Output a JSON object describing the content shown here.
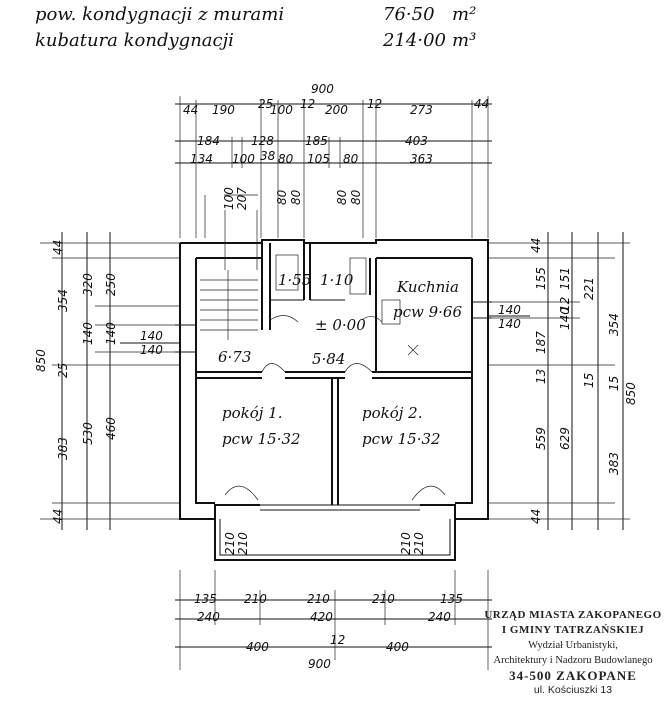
{
  "header": {
    "line1_label": "pow. kondygnacji z murami",
    "line1_value": "76·50",
    "line1_unit": "m²",
    "line2_label": "kubatura kondygnacji",
    "line2_value": "214·00",
    "line2_unit": "m³"
  },
  "top_dims": {
    "overall": "900",
    "row1": [
      "44",
      "190",
      "25",
      "100",
      "12",
      "200",
      "12",
      "273",
      "44"
    ],
    "row2": [
      "184",
      "128",
      "185",
      "403"
    ],
    "row3": [
      "134",
      "100",
      "38",
      "80",
      "105",
      "80",
      "363"
    ],
    "vertical": [
      "100",
      "207",
      "80",
      "80",
      "80",
      "80"
    ]
  },
  "left_dims": {
    "outer": "850",
    "mid": [
      "354",
      "25",
      "383"
    ],
    "inner": [
      "320",
      "140",
      "530"
    ],
    "inner2": [
      "250",
      "140",
      "460"
    ],
    "ends": [
      "44",
      "44"
    ],
    "window": "140",
    "window2": "140"
  },
  "right_dims": {
    "outer": "850",
    "mid": [
      "354",
      "15",
      "383"
    ],
    "inner": [
      "221",
      "140",
      "629"
    ],
    "inner2": [
      "155",
      "151",
      "187",
      "559"
    ],
    "small": [
      "12",
      "13",
      "15"
    ],
    "ends": [
      "44",
      "44"
    ],
    "window": "140",
    "window2": "140"
  },
  "rooms": {
    "kitchen_name": "Kuchnia",
    "kitchen_area": "pcw 9·66",
    "room1_name": "pokój 1.",
    "room1_area": "pcw 15·32",
    "room2_name": "pokój 2.",
    "room2_area": "pcw 15·32",
    "hall_area": "6·73",
    "hall2_area": "5·84",
    "bath_area": "1·55",
    "wc_area": "1·10",
    "level": "± 0·00"
  },
  "balcony_dims": [
    "210",
    "210",
    "210",
    "210"
  ],
  "bottom_dims": {
    "row1": [
      "135",
      "210",
      "210",
      "210",
      "135"
    ],
    "row2": [
      "240",
      "420",
      "240"
    ],
    "row3": [
      "400",
      "12",
      "400"
    ],
    "overall": "900"
  },
  "stamp": {
    "line1": "URZĄD MIASTA ZAKOPANEGO",
    "line2": "I GMINY TATRZAŃSKIEJ",
    "line3": "Wydział Urbanistyki,",
    "line4": "Architektury i Nadzoru Budowlanego",
    "line5": "34-500 ZAKOPANE",
    "line6": "ul. Kościuszki 13"
  }
}
